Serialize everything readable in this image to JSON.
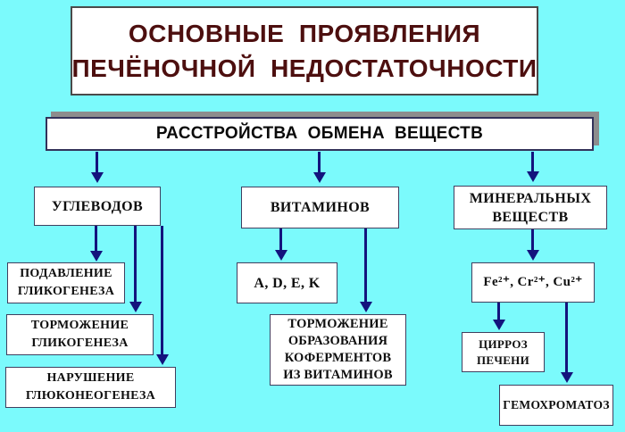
{
  "colors": {
    "background": "#7bfafc",
    "box_background": "#ffffff",
    "box_border": "#3f3f5f",
    "arrow": "#13137d",
    "title_text": "#4d0f0f",
    "body_text": "#0e0e0e",
    "root_shadow": "#8d8d8d"
  },
  "title": {
    "lines": [
      "ОСНОВНЫЕ  ПРОЯВЛЕНИЯ",
      "ПЕЧЁНОЧНОЙ  НЕДОСТАТОЧНОСТИ"
    ]
  },
  "root": {
    "label": "РАССТРОЙСТВА  ОБМЕНА  ВЕЩЕСТВ"
  },
  "branches": [
    {
      "id": "carbohydrates",
      "lines": [
        "УГЛЕВОДОВ"
      ]
    },
    {
      "id": "vitamins",
      "lines": [
        "ВИТАМИНОВ"
      ]
    },
    {
      "id": "minerals",
      "lines": [
        "МИНЕРАЛЬНЫХ",
        "ВЕЩЕСТВ"
      ]
    }
  ],
  "leaves": [
    {
      "id": "glycogenesis-suppression",
      "lines": [
        "ПОДАВЛЕНИЕ",
        "ГЛИКОГЕНЕЗА"
      ]
    },
    {
      "id": "glycogenesis-inhibition",
      "lines": [
        "ТОРМОЖЕНИЕ",
        "ГЛИКОГЕНЕЗА"
      ]
    },
    {
      "id": "gluconeogenesis-disorder",
      "lines": [
        "НАРУШЕНИЕ",
        "ГЛЮКОНЕОГЕНЕЗА"
      ]
    },
    {
      "id": "vitamins-adek",
      "lines": [
        "A, D, E, K"
      ]
    },
    {
      "id": "coenzyme-formation-inhibition",
      "lines": [
        "ТОРМОЖЕНИЕ",
        "ОБРАЗОВАНИЯ",
        "КОФЕРМЕНТОВ",
        "ИЗ ВИТАМИНОВ"
      ]
    },
    {
      "id": "metal-ions",
      "lines": [
        "Fe²⁺, Cr²⁺, Cu²⁺"
      ]
    },
    {
      "id": "liver-cirrhosis",
      "lines": [
        "ЦИРРОЗ",
        "ПЕЧЕНИ"
      ]
    },
    {
      "id": "hemochromatosis",
      "lines": [
        "ГЕМОХРОМАТОЗ"
      ]
    }
  ]
}
